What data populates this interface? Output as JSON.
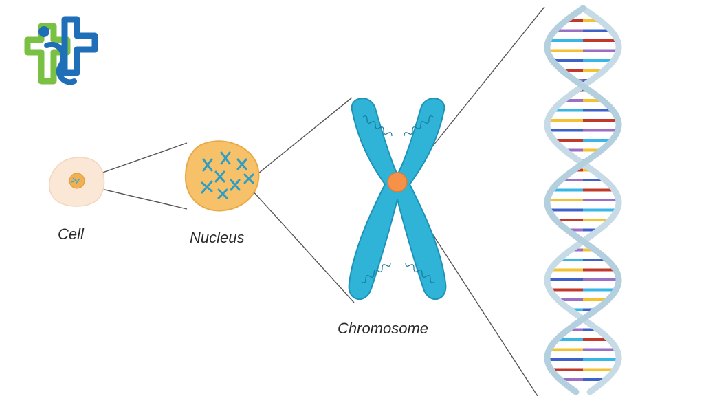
{
  "labels": {
    "cell": "Cell",
    "nucleus": "Nucleus",
    "chromosome": "Chromosome"
  },
  "colors": {
    "logo_green": "#7ac143",
    "logo_blue": "#1e6fb8",
    "cell_membrane": "#fbe7d6",
    "nucleus_fill": "#f7c16a",
    "chromosome_fill": "#2fb3d6",
    "chromosome_outline": "#1d93b8",
    "centromere": "#f6914a",
    "backbone": "#c6dbe6",
    "connector_line": "#555555"
  },
  "dna_base_pair_colors": [
    "#f2c230",
    "#3f62c9",
    "#c0392b",
    "#9b6fc3",
    "#38b6e6"
  ],
  "icons": [
    "health-cross-logo-icon",
    "cell-icon",
    "nucleus-icon",
    "chromosome-icon",
    "dna-helix-icon"
  ]
}
